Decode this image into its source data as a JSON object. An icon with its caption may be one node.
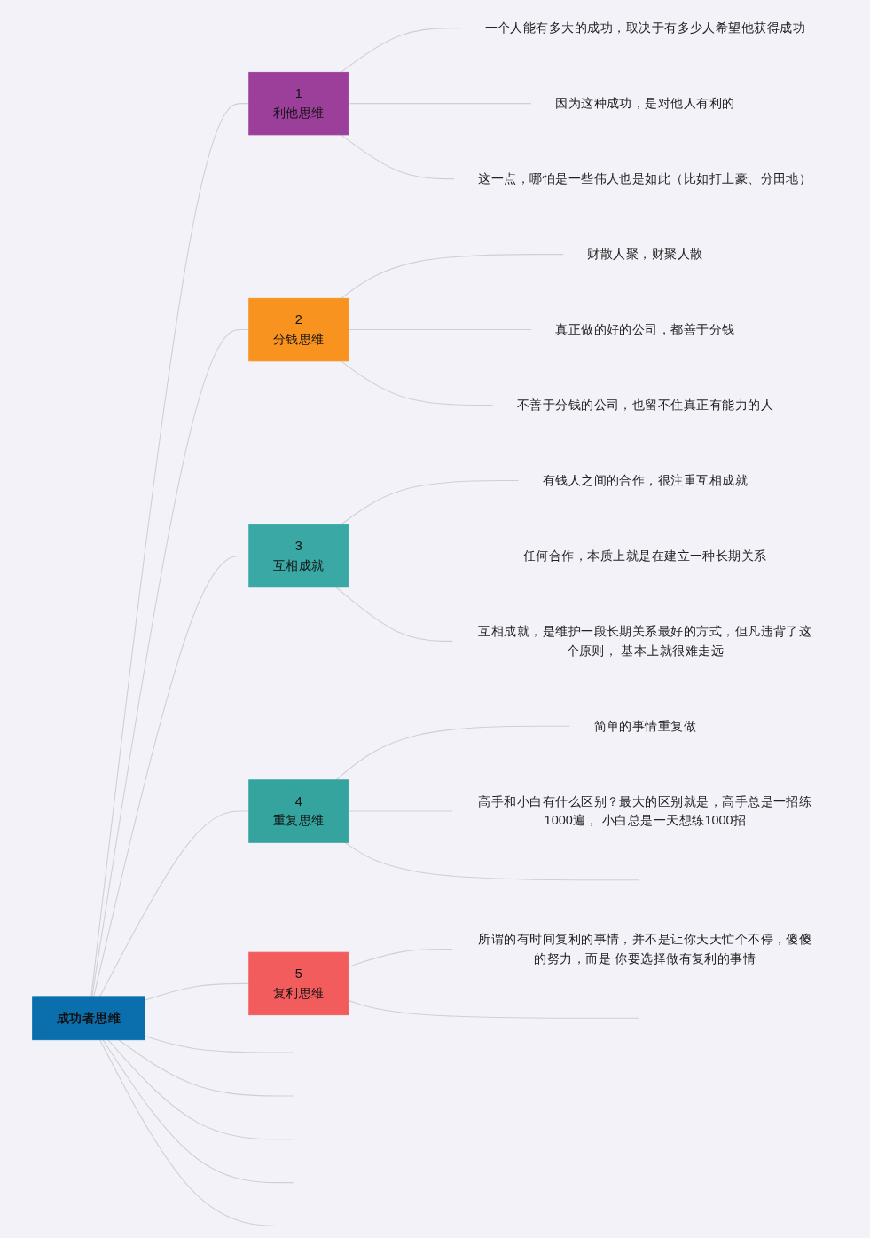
{
  "diagram": {
    "nodes": [
      {
        "text": [
          "成功者思维"
        ]
      },
      {
        "text": [
          "1",
          "利他思维"
        ]
      },
      {
        "text": [
          "一个人能有多大的成功，取决于有多少人希望他获得成功"
        ]
      },
      {
        "text": [
          "因为这种成功，是对他人有利的"
        ]
      },
      {
        "text": [
          "这一点，哪怕是一些伟人也是如此（比如打土豪、分田地）"
        ]
      },
      {
        "text": [
          "2",
          "分钱思维"
        ]
      },
      {
        "text": [
          "财散人聚，财聚人散"
        ]
      },
      {
        "text": [
          "真正做的好的公司，都善于分钱"
        ]
      },
      {
        "text": [
          "不善于分钱的公司，也留不住真正有能力的人"
        ]
      },
      {
        "text": [
          "3",
          "互相成就"
        ]
      },
      {
        "text": [
          "有钱人之间的合作，很注重互相成就"
        ]
      },
      {
        "text": [
          "任何合作，本质上就是在建立一种长期关系"
        ]
      },
      {
        "text": [
          "互相成就，是维护一段长期关系最好的方式，但凡违背了这个原则， 基本上就很难走远"
        ]
      },
      {
        "text": [
          "4",
          "重复思维"
        ]
      },
      {
        "text": [
          "简单的事情重复做"
        ]
      },
      {
        "text": [
          "高手和小白有什么区别？最大的区别就是，高手总是一招练1000遍， 小白总是一天想练1000招"
        ]
      },
      {
        "text": [
          "5",
          "复利思维"
        ]
      },
      {
        "text": [
          "所谓的有时间复利的事情，并不是让你天天忙个不停，傻傻的努力，而是 你要选择做有复利的事情"
        ]
      }
    ],
    "edges": [
      {
        "from": 0,
        "to": 1,
        "arrow": "none"
      },
      {
        "from": 1,
        "to": 2,
        "arrow": "none"
      },
      {
        "from": 1,
        "to": 3,
        "arrow": "none"
      },
      {
        "from": 1,
        "to": 4,
        "arrow": "none"
      },
      {
        "from": 0,
        "to": 5,
        "arrow": "none"
      },
      {
        "from": 5,
        "to": 6,
        "arrow": "none"
      },
      {
        "from": 5,
        "to": 7,
        "arrow": "none"
      },
      {
        "from": 5,
        "to": 8,
        "arrow": "none"
      },
      {
        "from": 0,
        "to": 9,
        "arrow": "none"
      },
      {
        "from": 9,
        "to": 10,
        "arrow": "none"
      },
      {
        "from": 9,
        "to": 11,
        "arrow": "none"
      },
      {
        "from": 9,
        "to": 12,
        "arrow": "none"
      },
      {
        "from": 0,
        "to": 13,
        "arrow": "none"
      },
      {
        "from": 13,
        "to": 14,
        "arrow": "none"
      },
      {
        "from": 13,
        "to": 15,
        "arrow": "none"
      },
      {
        "from": 13,
        "to": null,
        "arrow": "none"
      },
      {
        "from": 0,
        "to": 16,
        "arrow": "none"
      },
      {
        "from": 16,
        "to": 17,
        "arrow": "none"
      },
      {
        "from": 16,
        "to": null,
        "arrow": "none"
      },
      {
        "from": 0,
        "to": null,
        "arrow": "none"
      },
      {
        "from": 0,
        "to": null,
        "arrow": "none"
      },
      {
        "from": 0,
        "to": null,
        "arrow": "none"
      },
      {
        "from": 0,
        "to": null,
        "arrow": "none"
      },
      {
        "from": 0,
        "to": null,
        "arrow": "none"
      }
    ]
  }
}
